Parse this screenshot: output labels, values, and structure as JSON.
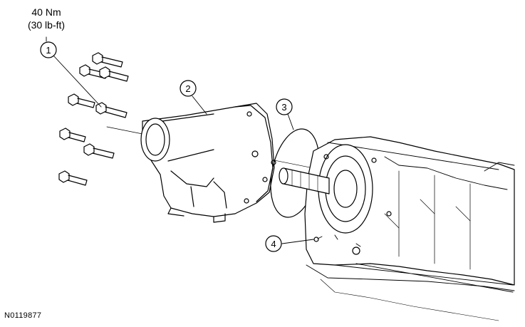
{
  "torque_spec": {
    "metric": "40 Nm",
    "imperial": "(30 lb-ft)"
  },
  "callouts": [
    {
      "number": "1",
      "part": "bolt"
    },
    {
      "number": "2",
      "part": "extension-housing"
    },
    {
      "number": "3",
      "part": "gasket"
    },
    {
      "number": "4",
      "part": "transmission"
    }
  ],
  "figure_code": "N0119877",
  "colors": {
    "line": "#000000",
    "background": "#ffffff",
    "shade": "#d9d9d9"
  }
}
